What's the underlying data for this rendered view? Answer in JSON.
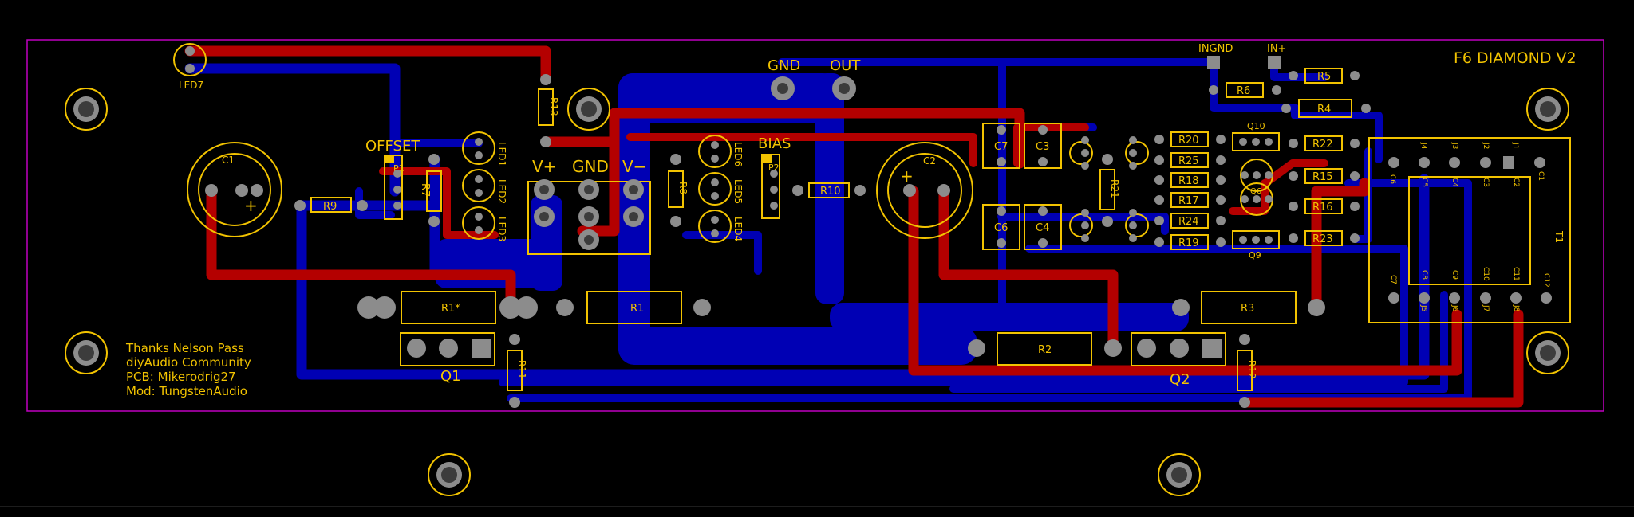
{
  "board": {
    "title": "F6 DIAMOND V2",
    "credits": [
      "Thanks Nelson Pass",
      "diyAudio Community",
      "PCB: Mikerodrig27",
      "Mod: TungstenAudio"
    ]
  },
  "connectors": {
    "power": [
      "V+",
      "GND",
      "V−"
    ],
    "output": [
      "GND",
      "OUT"
    ],
    "input": [
      "INGND",
      "IN+"
    ]
  },
  "trimmers": {
    "offset": "OFFSET",
    "bias": "BIAS",
    "p1": "P1",
    "p2": "P2"
  },
  "transistors": {
    "q1": "Q1",
    "q2": "Q2",
    "q6": "Q6",
    "q9": "Q9",
    "q10": "Q10"
  },
  "capacitors": {
    "c1": "C1",
    "c2": "C2",
    "c3": "C3",
    "c4": "C4",
    "c6": "C6",
    "c7": "C7"
  },
  "resistors": {
    "r1": "R1",
    "r1s": "R1*",
    "r2": "R2",
    "r3": "R3",
    "r4": "R4",
    "r5": "R5",
    "r6": "R6",
    "r7": "R7",
    "r8": "R8",
    "r9": "R9",
    "r10": "R10",
    "r11": "R11",
    "r12": "R12",
    "r13": "R13",
    "r15": "R15",
    "r16": "R16",
    "r17": "R17",
    "r18": "R18",
    "r19": "R19",
    "r20": "R20",
    "r21": "R21",
    "r22": "R22",
    "r23": "R23",
    "r24": "R24",
    "r25": "R25"
  },
  "leds": [
    "LED1",
    "LED2",
    "LED3",
    "LED4",
    "LED5",
    "LED6",
    "LED7"
  ],
  "transformer": {
    "name": "T1",
    "top_labels": [
      "C6",
      "J4",
      "J3",
      "J2",
      "J1",
      "C1"
    ],
    "inner_top": [
      "C5",
      "C4",
      "C3",
      "C2"
    ],
    "bottom_labels": [
      "C7",
      "J5",
      "J6",
      "J7",
      "J8",
      "C12"
    ],
    "inner_bottom": [
      "C8",
      "C9",
      "C10",
      "C11"
    ]
  },
  "colors": {
    "background": "#000000",
    "silkscreen": "#f2c300",
    "top_copper": "#b40000",
    "bottom_copper": "#0000b4",
    "pad": "#8c8c8c",
    "outline": "#c000c0"
  }
}
